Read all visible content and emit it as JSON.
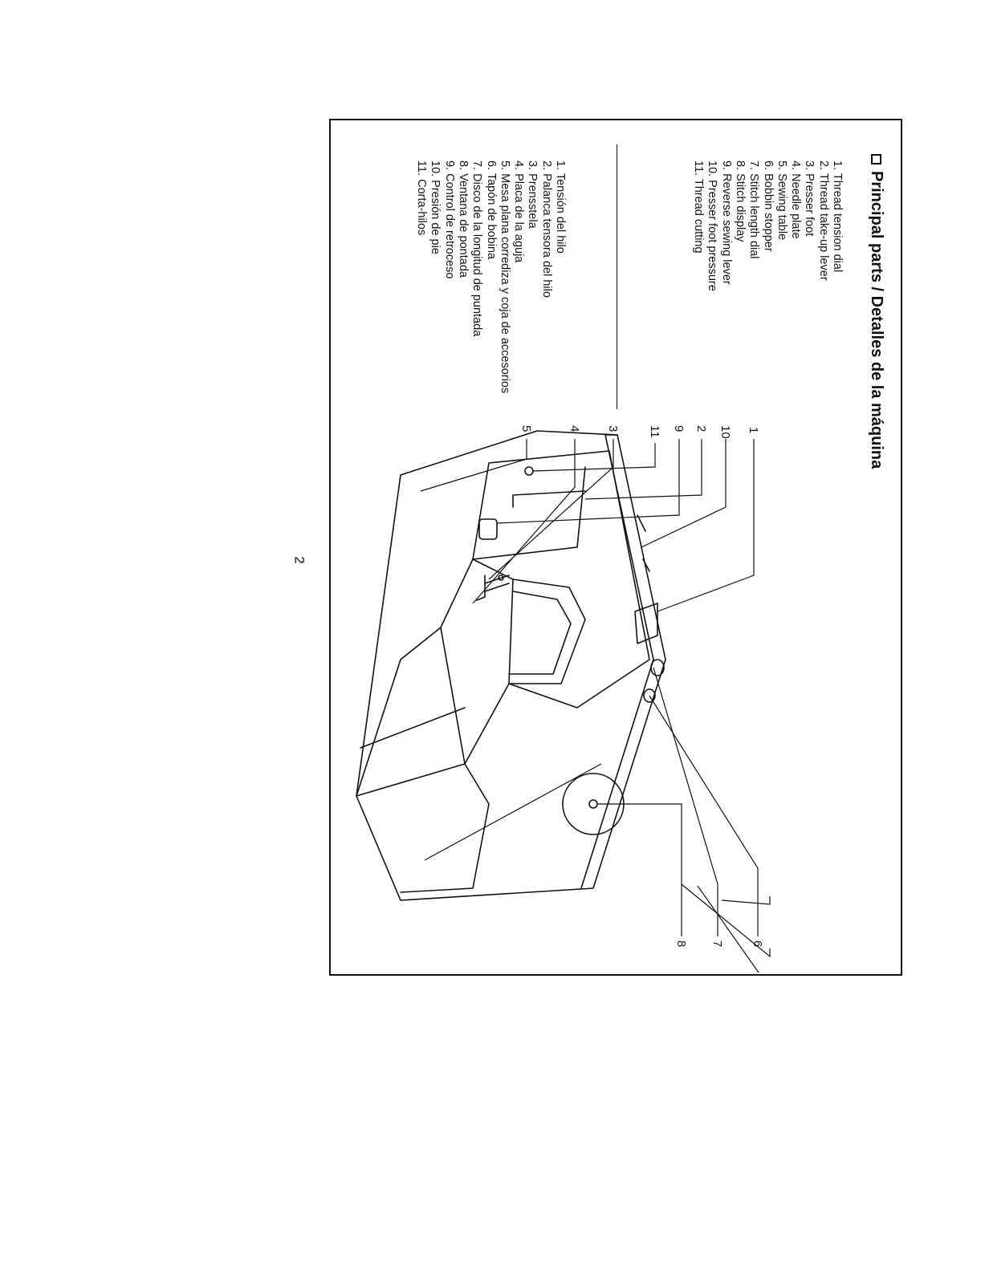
{
  "title": "Principal parts / Detalles de la máquina",
  "parts_en": [
    "1. Thread tension dial",
    "2. Thread take-up lever",
    "3. Presser foot",
    "4. Needle plate",
    "5. Sewing table",
    "6. Bobbin stopper",
    "7. Stitch length dial",
    "8. Stitch display",
    "9. Reverse sewing lever",
    "10. Presser foot pressure",
    "11. Thread cutting"
  ],
  "parts_es": [
    "1. Tensión del hilo",
    "2. Palanca tensora del hilo",
    "3. Prensstela",
    "4. Placa de la aguja",
    "5. Mesa plana corrediza y coja de accesorios",
    "6. Tapón de bobina",
    "7. Disco de la longitud de puntada",
    "8. Ventana de pontada",
    "9. Control de retroceso",
    "10. Presión de pie",
    "11. Corta-hilos"
  ],
  "callouts": {
    "c1": "1",
    "c2": "2",
    "c3": "3",
    "c4": "4",
    "c5": "5",
    "c6": "6",
    "c7": "7",
    "c8": "8",
    "c9": "9",
    "c10": "10",
    "c11": "11"
  },
  "page_number": "2"
}
